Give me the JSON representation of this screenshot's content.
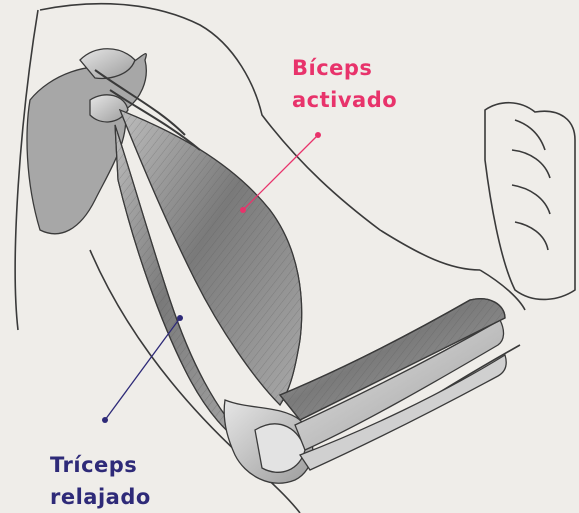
{
  "labels": {
    "biceps": {
      "line1": "Bíceps",
      "line2": "activado",
      "color": "#e8336b"
    },
    "triceps": {
      "line1": "Tríceps",
      "line2": "relajado",
      "color": "#2e2a78"
    }
  },
  "colors": {
    "background": "#efede9",
    "outline": "#3a3a3a",
    "muscle_dark": "#6e6e6e",
    "muscle_light": "#c9c9c9",
    "bone": "#d9d9d9"
  }
}
